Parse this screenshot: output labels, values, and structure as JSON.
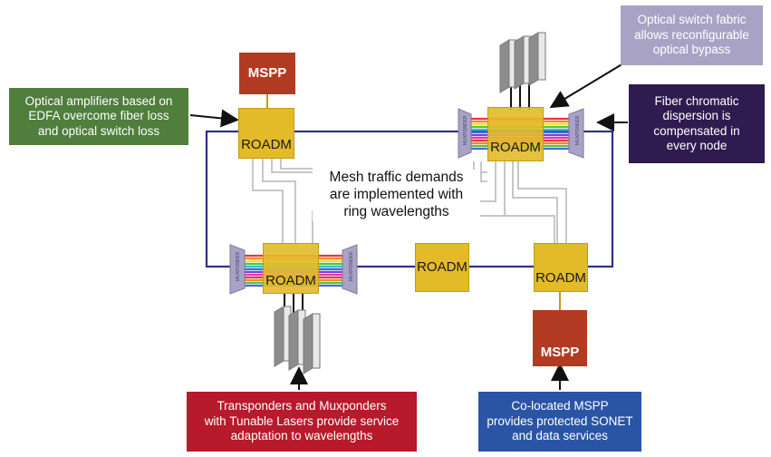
{
  "nodes": {
    "roadm_top_left": "ROADM",
    "roadm_top_right": "ROADM",
    "roadm_bottom_left": "ROADM",
    "roadm_bottom_middle": "ROADM",
    "roadm_bottom_right": "ROADM",
    "mspp_top": "MSPP",
    "mspp_bottom": "MSPP"
  },
  "muxponder_label": "MUXPONDER",
  "center_text": [
    "Mesh traffic demands",
    "are implemented with",
    "ring wavelengths"
  ],
  "callouts": {
    "optical_amplifiers": [
      "Optical amplifiers based on",
      "EDFA overcome fiber loss",
      "and optical switch loss"
    ],
    "optical_switch": [
      "Optical switch fabric",
      "allows reconfigurable",
      "optical bypass"
    ],
    "dispersion": [
      "Fiber chromatic",
      "dispersion is",
      "compensated in",
      "every node"
    ],
    "transponders": [
      "Transponders and Muxponders",
      "with Tunable Lasers provide service",
      "adaptation to wavelengths"
    ],
    "co_located": [
      "Co-located MSPP",
      "provides protected SONET",
      "and data services"
    ]
  },
  "colors": {
    "roadm": "#e3ba28",
    "mspp": "#b33a22",
    "ring": "#2c2f8c",
    "amp_callout": "#4f7e3d",
    "switch_callout": "#a8a3c5",
    "dispersion_callout": "#2f1b50",
    "transponder_callout": "#b71a2a",
    "mspp_callout": "#2a55a6",
    "fiber_gray": "#c7c7c7"
  }
}
